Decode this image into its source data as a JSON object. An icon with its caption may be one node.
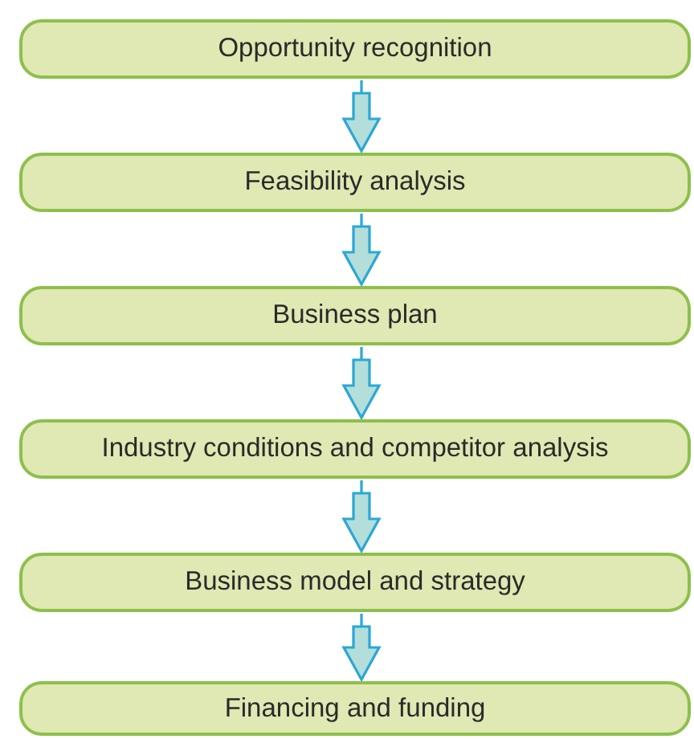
{
  "diagram": {
    "nodes": [
      {
        "text": [
          "Opportunity recognition"
        ]
      },
      {
        "text": [
          "Feasibility analysis"
        ]
      },
      {
        "text": [
          "Business plan"
        ]
      },
      {
        "text": [
          "Industry conditions and competitor analysis"
        ]
      },
      {
        "text": [
          "Business model and strategy"
        ]
      },
      {
        "text": [
          "Financing and funding"
        ]
      }
    ],
    "edges": [
      {
        "from": 0,
        "to": 1,
        "arrow": "to"
      },
      {
        "from": 1,
        "to": 2,
        "arrow": "to"
      },
      {
        "from": 2,
        "to": 3,
        "arrow": "to"
      },
      {
        "from": 3,
        "to": 4,
        "arrow": "to"
      },
      {
        "from": 4,
        "to": 5,
        "arrow": "to"
      }
    ]
  }
}
